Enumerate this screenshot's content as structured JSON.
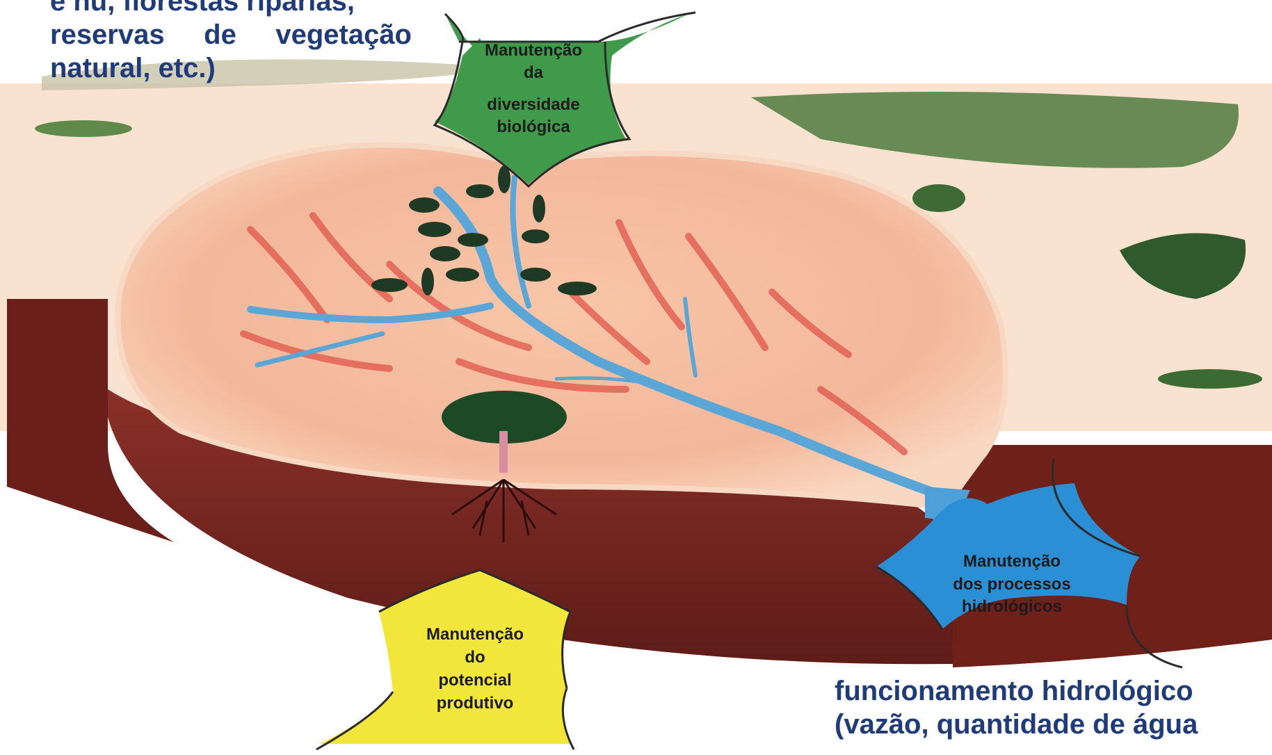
{
  "top_caption": {
    "line1": "e nu,   florestas ripárias,",
    "line2": "reservas  de  vegetação",
    "line3": "natural, etc.)"
  },
  "bottom_caption": {
    "line1": "funcionamento hidrológico",
    "line2": "(vazão, quantidade de água"
  },
  "labels": {
    "biodiversity": [
      "Manutenção",
      "da",
      "diversidade",
      "biológica"
    ],
    "hydrology": [
      "Manutenção",
      "dos processos",
      "hidrológicos"
    ],
    "productive": [
      "Manutenção",
      "do",
      "potencial",
      "produtivo"
    ]
  },
  "colors": {
    "caption_text": "#1f3b7a",
    "biodiversity_box": "#3f9a4a",
    "hydrology_box": "#2b8fd6",
    "productive_box": "#f2e63a",
    "river": "#5aa6d6",
    "soil": "#7a2a22",
    "land": "#f6c7a6"
  }
}
